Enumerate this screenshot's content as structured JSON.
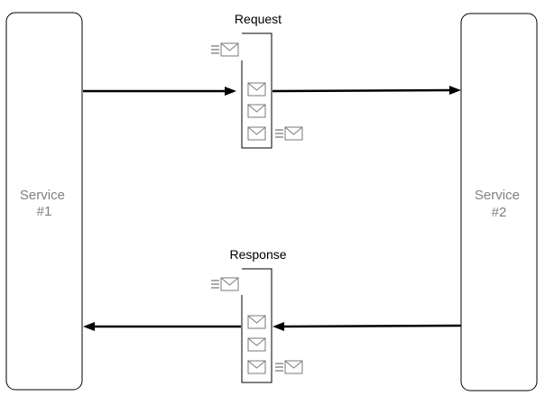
{
  "services": [
    {
      "id": "service-1",
      "line1": "Service",
      "line2": "#1"
    },
    {
      "id": "service-2",
      "line1": "Service",
      "line2": "#2"
    }
  ],
  "queues": [
    {
      "id": "request",
      "title": "Request",
      "queued_messages": 3
    },
    {
      "id": "response",
      "title": "Response",
      "queued_messages": 3
    }
  ],
  "icons": {
    "message": "envelope-icon",
    "incoming_message": "incoming-message-icon",
    "outgoing_message": "outgoing-message-icon"
  },
  "colors": {
    "service_text": "#808080",
    "envelope_stroke": "#7a7a7a",
    "line": "#000000"
  }
}
